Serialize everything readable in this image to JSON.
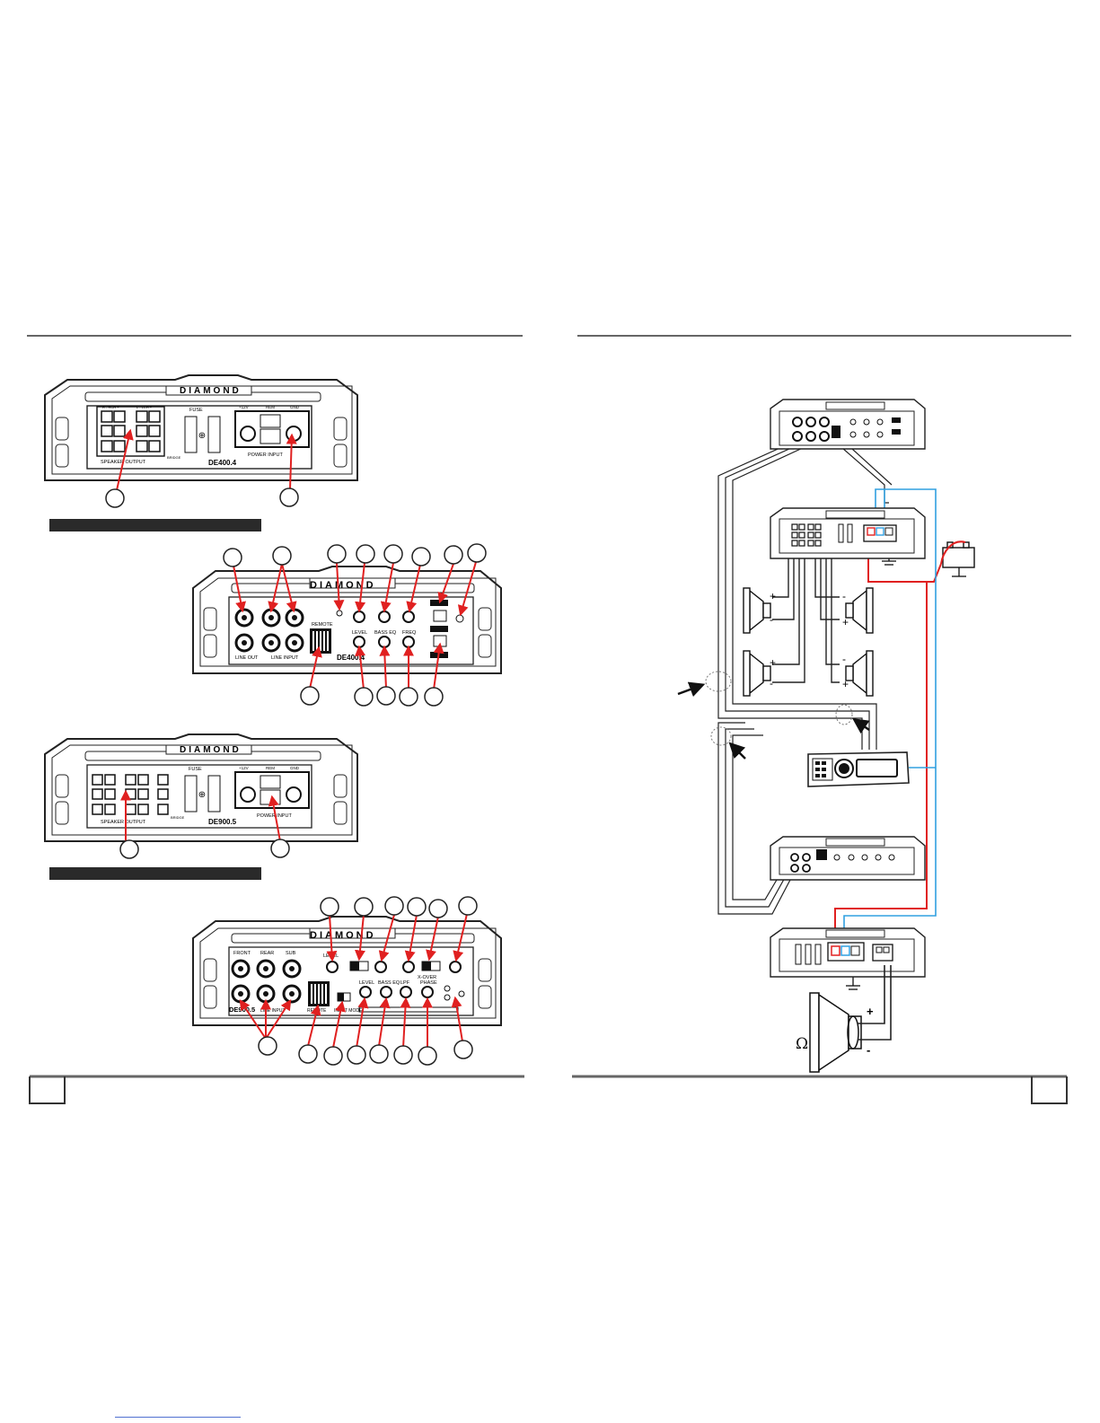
{
  "brand": "DIAMOND",
  "amp_top": {
    "model": "DE400.4",
    "labels": {
      "speaker_output": "SPEAKER OUTPUT",
      "fuse": "FUSE",
      "power_input": "POWER INPUT",
      "plus12v": "+12V",
      "rem": "REM",
      "gnd": "GND",
      "rch": "R - RCH +",
      "lch": "L - LCH +",
      "bridge": "BRIDGE"
    }
  },
  "amp_top_panel": {
    "model": "DE400.4",
    "labels": {
      "remote": "REMOTE",
      "line_out": "LINE OUT",
      "line_input": "LINE INPUT",
      "level": "LEVEL",
      "bass_eq": "BASS EQ",
      "freq": "FREQ"
    }
  },
  "amp_bottom": {
    "model": "DE900.5",
    "labels": {
      "speaker_output": "SPEAKER OUTPUT",
      "fuse": "FUSE",
      "power_input": "POWER INPUT",
      "plus12v": "+12V",
      "rem": "REM",
      "gnd": "GND",
      "bridge": "BRIDGE"
    }
  },
  "amp_bottom_panel": {
    "model": "DE900.5",
    "labels": {
      "front": "FRONT",
      "rear": "REAR",
      "sub": "SUB",
      "level": "LEVEL",
      "x_over": "X-OVER",
      "remote": "REMOTE",
      "input_mode": "INPUT MODE",
      "bass_eq": "BASS EQ",
      "lpf": "LPF",
      "phase": "PHASE",
      "line_input": "LINE INPUT"
    }
  },
  "wiring": {
    "polarity": {
      "plus": "+",
      "minus": "-"
    },
    "ohm_symbol": "Ω"
  },
  "colors": {
    "power_wire": "#e02020",
    "remote_wire": "#30a0e0",
    "callout_arrow": "#e02020",
    "header_bar": "#2a2a2a"
  }
}
